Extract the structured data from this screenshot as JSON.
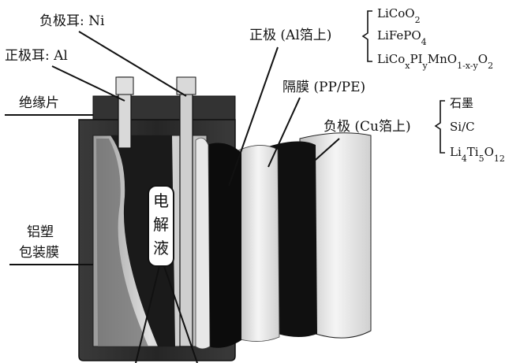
{
  "labels": {
    "negative_tab": "负极耳: Ni",
    "positive_tab": "正极耳: Al",
    "insulator": "绝缘片",
    "aluminum_plastic_film_line1": "铝塑",
    "aluminum_plastic_film_line2": "包装膜",
    "electrolyte_chars": [
      "电",
      "解",
      "液"
    ],
    "cathode_header": "正极 (Al箔上)",
    "separator": "隔膜 (PP/PE)",
    "anode_header": "负极 (Cu箔上)"
  },
  "cathode_materials": [
    {
      "base": "LiCoO",
      "sub": "2"
    },
    {
      "base": "LiFePO",
      "sub": "4"
    },
    {
      "parts": [
        {
          "t": "LiCo"
        },
        {
          "t": "x",
          "sub": true
        },
        {
          "t": "PI"
        },
        {
          "t": "y",
          "sub": true
        },
        {
          "t": "MnO"
        },
        {
          "t": "1-x-y",
          "sub": true
        },
        {
          "t": "O"
        },
        {
          "t": "2",
          "sub": true
        }
      ]
    }
  ],
  "anode_materials": [
    {
      "text": "石墨"
    },
    {
      "text": "Si/C"
    },
    {
      "parts": [
        {
          "t": "Li"
        },
        {
          "t": "4",
          "sub": true
        },
        {
          "t": "Ti"
        },
        {
          "t": "5",
          "sub": true
        },
        {
          "t": "O"
        },
        {
          "t": "12",
          "sub": true
        }
      ]
    }
  ],
  "colors": {
    "cell_body": "#2f2f2f",
    "cell_light": "#cfcfcf",
    "tab": "#d6d6d6",
    "cathode_layer": "#0d0d0d",
    "separator_layer": "#e6e6e6",
    "anode_layer": "#111111",
    "foil": "#f2f2f2"
  }
}
